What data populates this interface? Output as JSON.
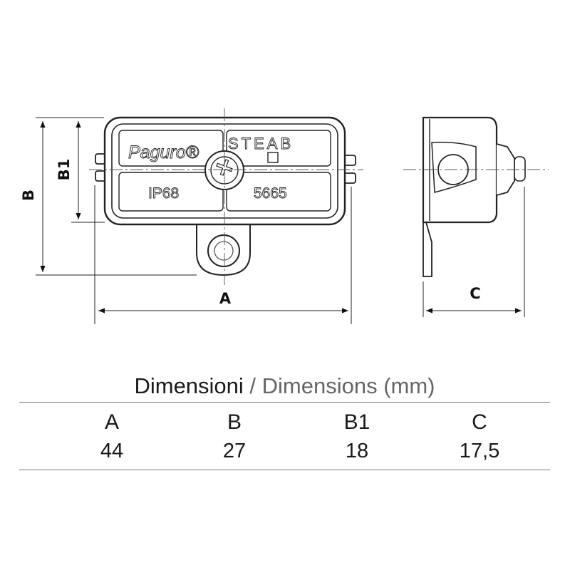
{
  "drawing": {
    "front_view": {
      "brand_script": "Paguro®",
      "brand_name": "STEAB",
      "rating": "IP68",
      "model_number": "5665"
    },
    "dimension_labels": {
      "A": "A",
      "B": "B",
      "B1": "B1",
      "C": "C"
    }
  },
  "table": {
    "title_it": "Dimensioni",
    "title_separator": " / ",
    "title_en": "Dimensions (mm)",
    "headers": [
      "A",
      "B",
      "B1",
      "C"
    ],
    "values": [
      "44",
      "27",
      "18",
      "17,5"
    ]
  }
}
